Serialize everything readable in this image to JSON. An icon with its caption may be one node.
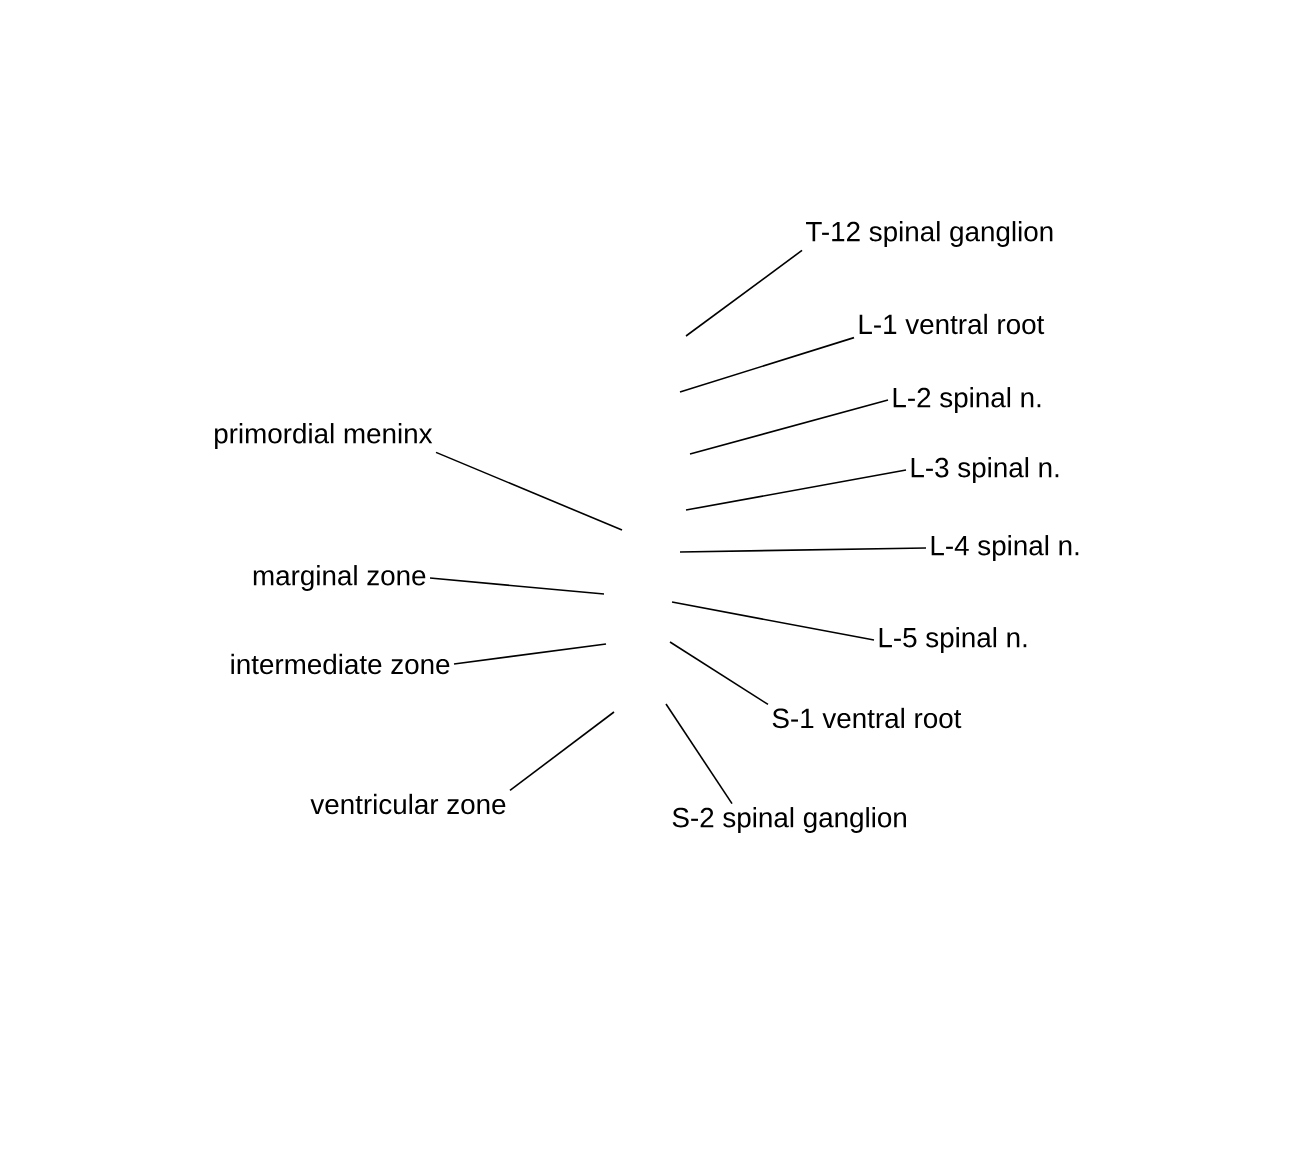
{
  "diagram": {
    "nodes": [
      {
        "text": [
          "T-12 spinal ganglion"
        ]
      },
      {
        "text": [
          "L-1 ventral root"
        ]
      },
      {
        "text": [
          "L-2 spinal n."
        ]
      },
      {
        "text": [
          "primordial meninx"
        ]
      },
      {
        "text": [
          "L-3 spinal n."
        ]
      },
      {
        "text": [
          "L-4 spinal n."
        ]
      },
      {
        "text": [
          "marginal zone"
        ]
      },
      {
        "text": [
          "L-5 spinal n."
        ]
      },
      {
        "text": [
          "intermediate zone"
        ]
      },
      {
        "text": [
          "S-1 ventral root"
        ]
      },
      {
        "text": [
          "ventricular zone"
        ]
      },
      {
        "text": [
          "S-2 spinal ganglion"
        ]
      }
    ],
    "edges": [
      {
        "from": 0,
        "to": null,
        "arrow": "none"
      },
      {
        "from": 1,
        "to": null,
        "arrow": "none"
      },
      {
        "from": 2,
        "to": null,
        "arrow": "none"
      },
      {
        "from": 3,
        "to": null,
        "arrow": "none"
      },
      {
        "from": 4,
        "to": null,
        "arrow": "none"
      },
      {
        "from": 5,
        "to": null,
        "arrow": "none"
      },
      {
        "from": 6,
        "to": null,
        "arrow": "none"
      },
      {
        "from": 7,
        "to": null,
        "arrow": "none"
      },
      {
        "from": 8,
        "to": null,
        "arrow": "none"
      },
      {
        "from": 9,
        "to": null,
        "arrow": "none"
      },
      {
        "from": 10,
        "to": null,
        "arrow": "none"
      },
      {
        "from": 11,
        "to": null,
        "arrow": "none"
      }
    ]
  }
}
